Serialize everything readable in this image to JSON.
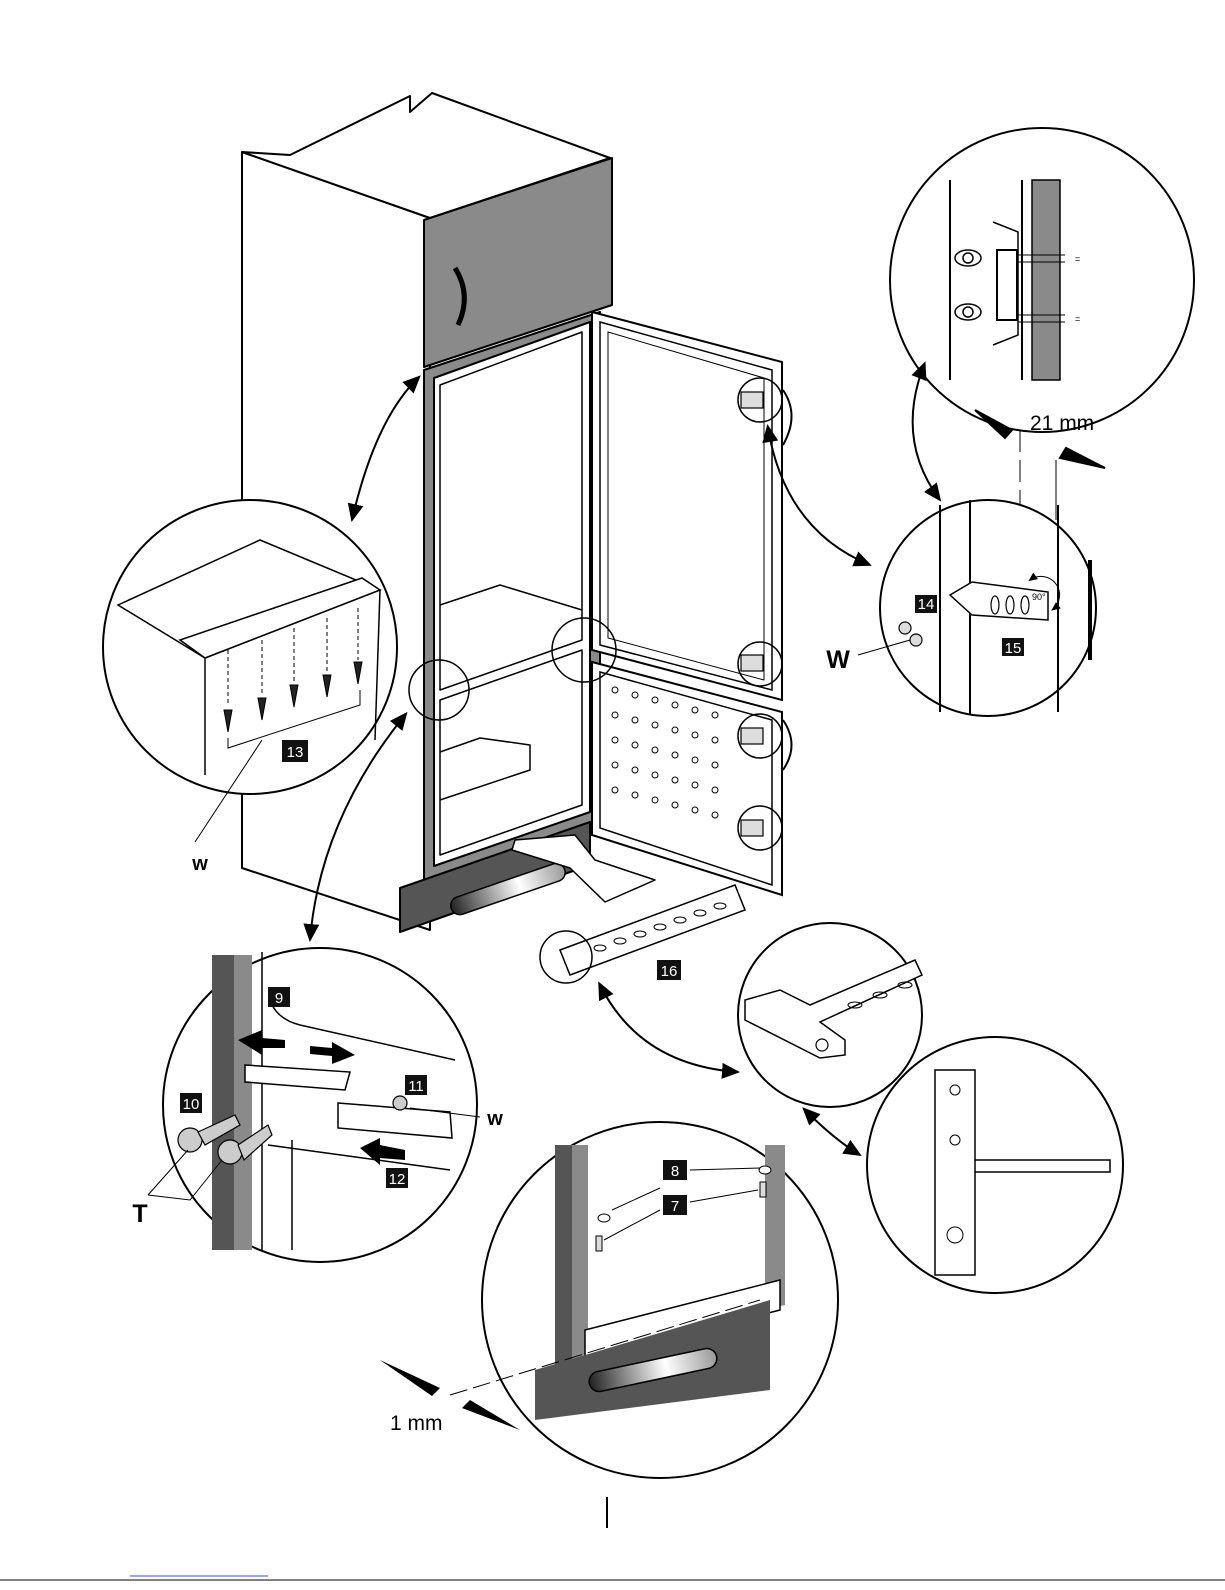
{
  "labels": {
    "part_9": "9",
    "part_10": "10",
    "part_11": "11",
    "part_12": "12",
    "part_13": "13",
    "part_14": "14",
    "part_15": "15",
    "part_16": "16",
    "part_7": "7",
    "part_8": "8",
    "dim_21mm": "21 mm",
    "dim_1mm": "1 mm",
    "angle_90": "90°",
    "w_upper_right": "W",
    "w_left": "w",
    "w_hinge": "w",
    "t_label": "T",
    "equal_sign": "="
  },
  "colors": {
    "panel_gray": "#8a8a8a",
    "dark_gray": "#555555",
    "light_gray": "#d4d4d4",
    "line": "#000000"
  },
  "icons": [
    "double-arrow-icon",
    "screw-icon",
    "bracket-icon"
  ]
}
